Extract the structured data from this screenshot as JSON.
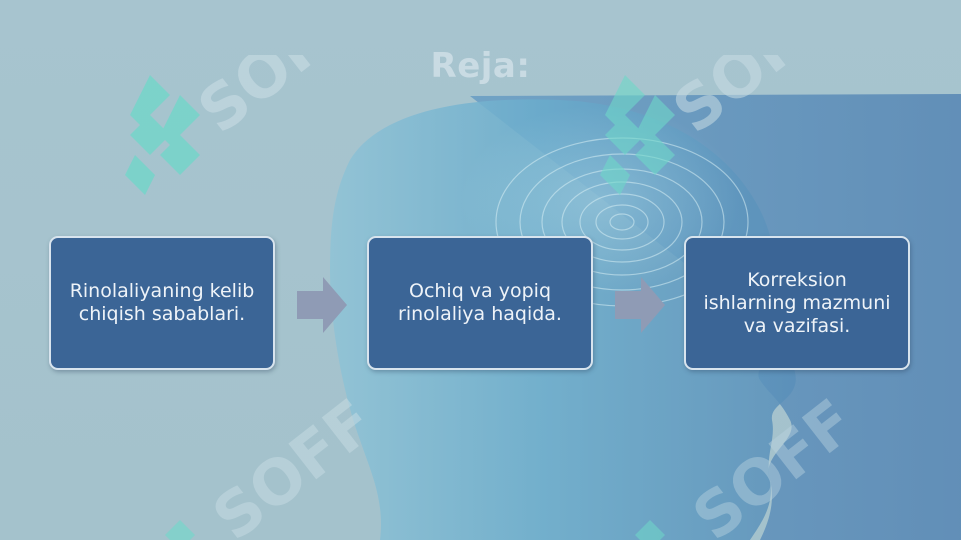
{
  "slide": {
    "title": "Reja:",
    "steps": [
      {
        "label": "Rinolaliyaning kelib chiqish sabablari."
      },
      {
        "label": "Ochiq va yopiq rinolaliya haqida."
      },
      {
        "label": "Korreksion ishlarning mazmuni va vazifasi."
      }
    ],
    "watermark_text": "SOFF",
    "colors": {
      "box_fill": "#3b6596",
      "box_border": "#d8e4ee",
      "arrow": "#8f9bb5",
      "title": "#c9dbe3",
      "watermark": "#6fd8c9"
    }
  }
}
